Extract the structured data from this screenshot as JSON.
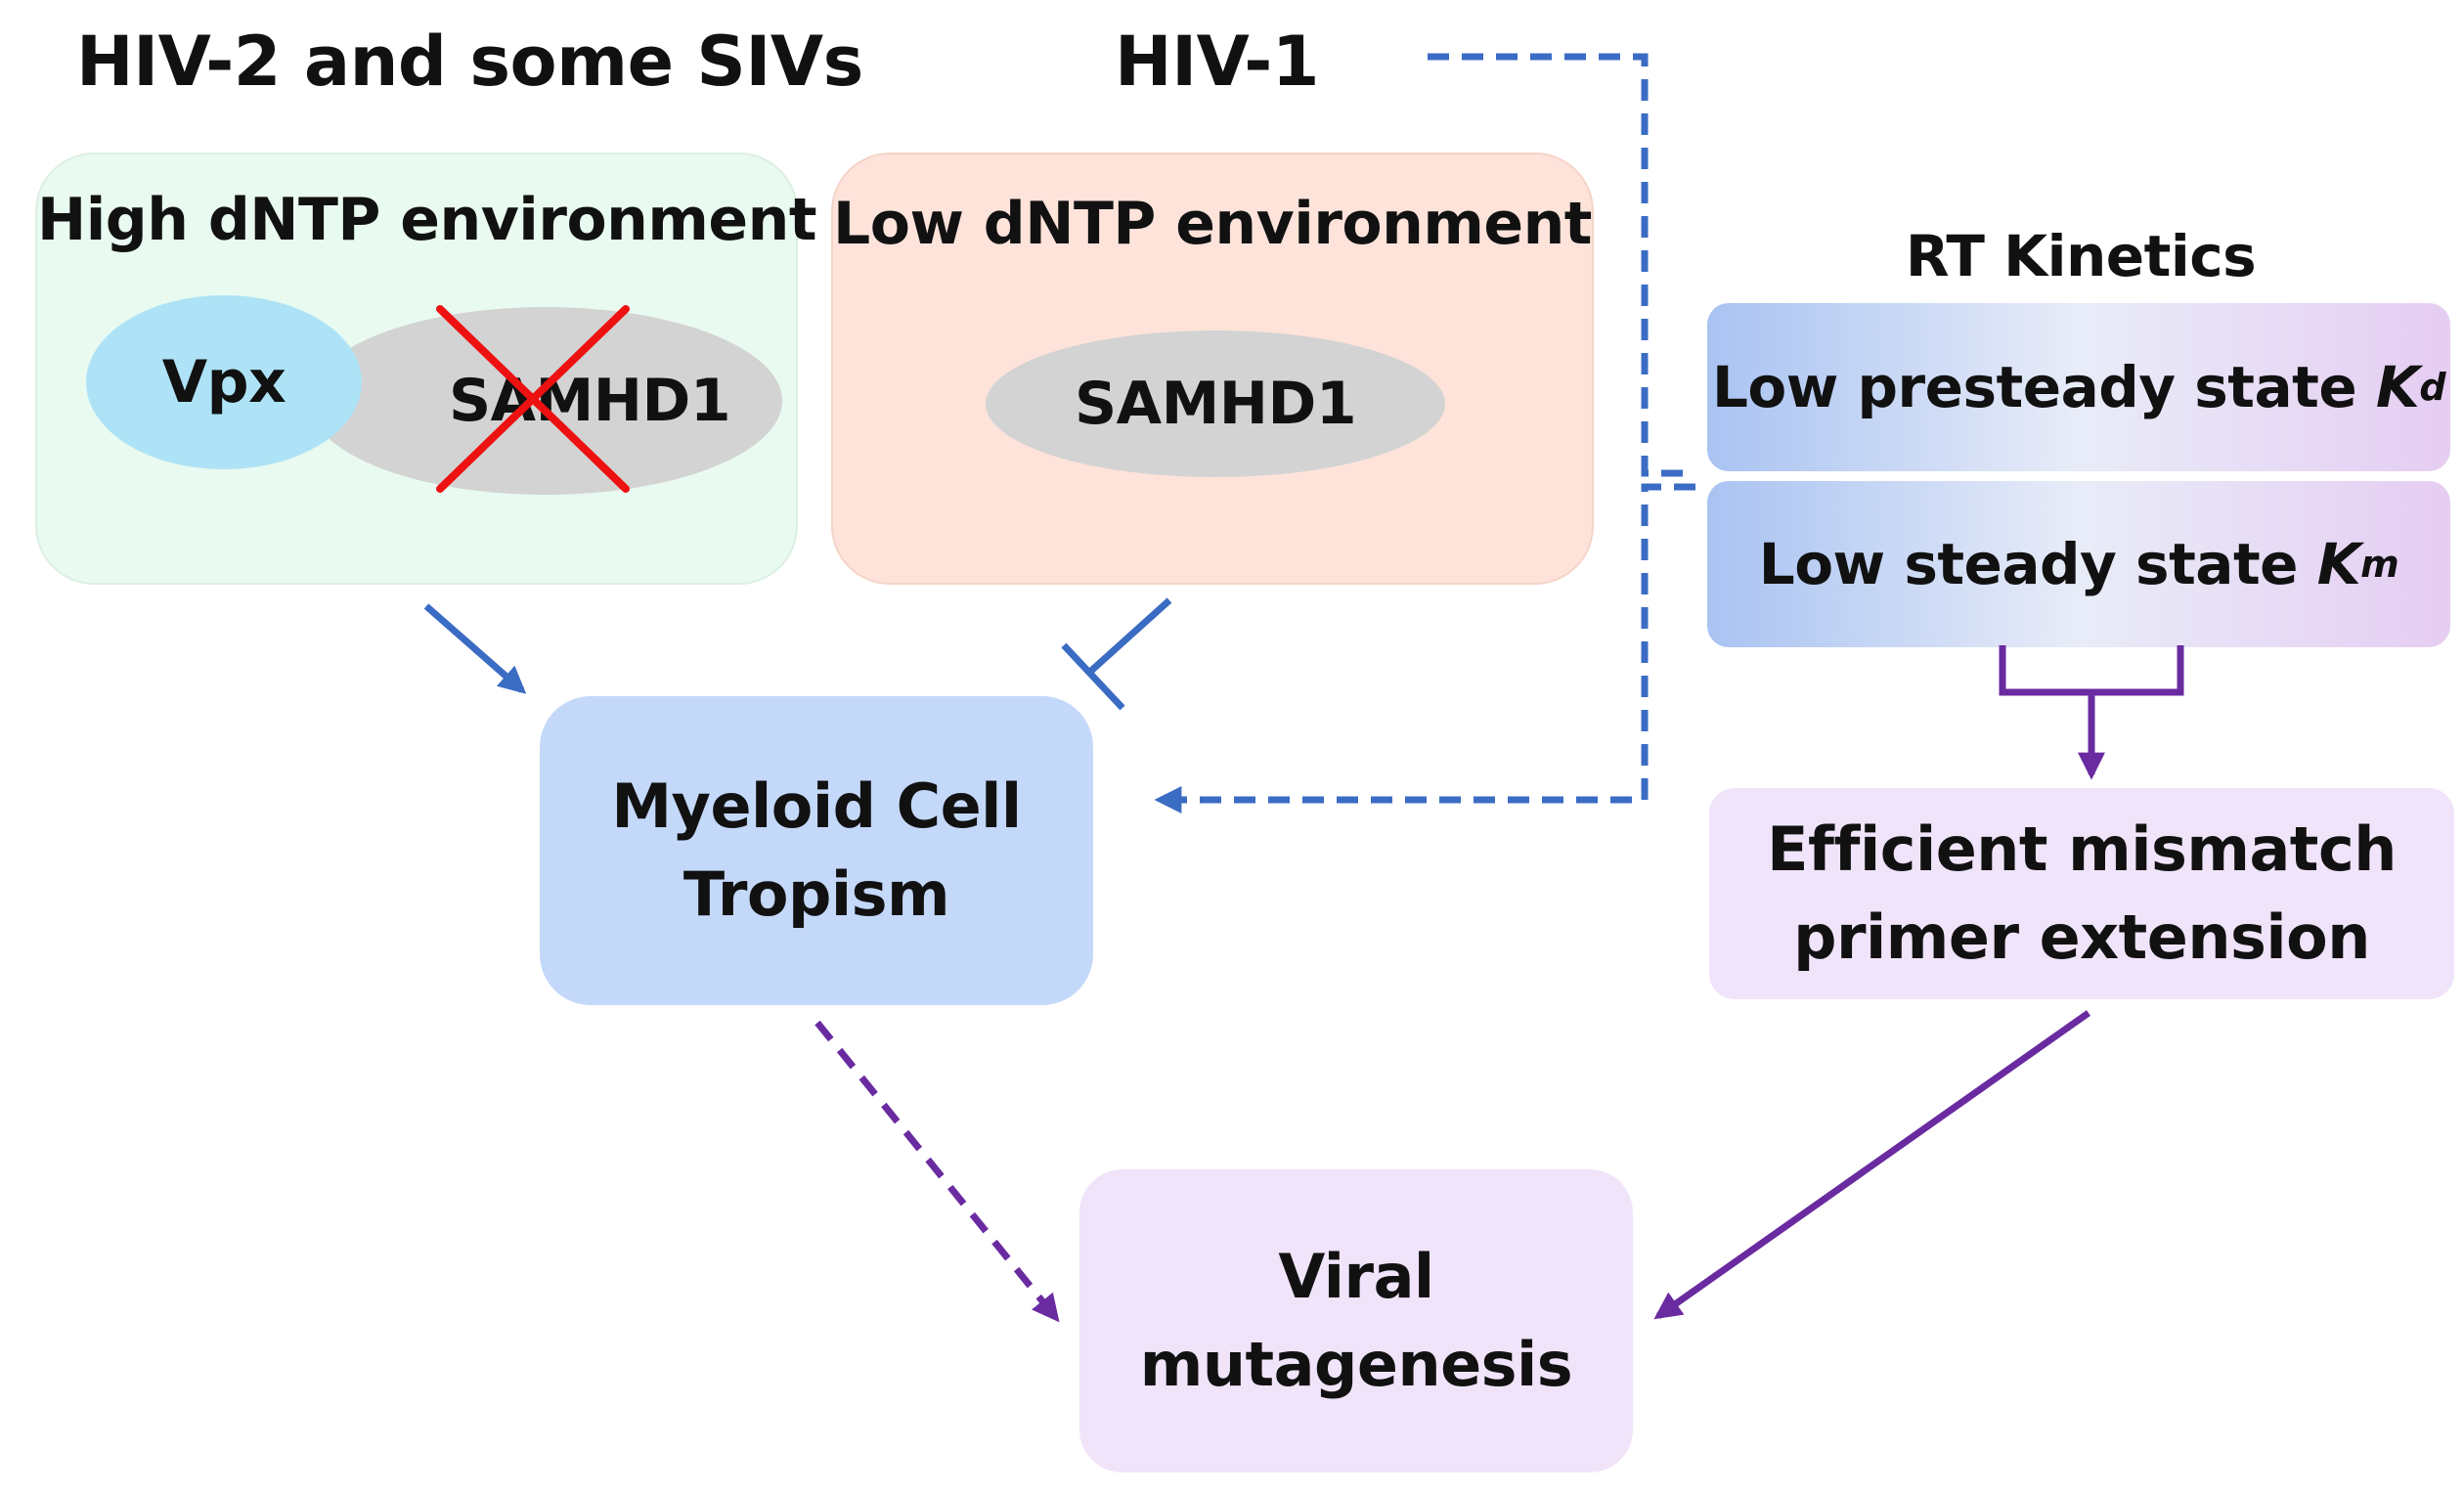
{
  "headings": {
    "left": "HIV-2 and some SIVs",
    "center": "HIV-1"
  },
  "left_panel": {
    "title": "High dNTP environment",
    "vpx": "Vpx",
    "samhd1": "SAMHD1"
  },
  "right_panel": {
    "title": "Low dNTP environment",
    "samhd1": "SAMHD1"
  },
  "rt": {
    "title": "RT Kinetics",
    "kd_label": "Low presteady state ",
    "kd_symbol": "K",
    "kd_sub": "d",
    "km_label": "Low steady state ",
    "km_symbol": "K",
    "km_sub": "m"
  },
  "myeloid": {
    "line1": "Myeloid Cell",
    "line2": "Tropism"
  },
  "mismatch": {
    "line1": "Efficient mismatch",
    "line2": "primer extension"
  },
  "viral": {
    "line1": "Viral",
    "line2": "mutagenesis"
  },
  "colors": {
    "blue_arrow": "#3b6cc4",
    "purple_arrow": "#6a2aa0",
    "red_cross": "#ee1111",
    "green_panel": "#e9faf0",
    "peach_panel": "#fde3da",
    "myeloid_box": "#c4d8fa",
    "lavender_box": "#f0e4fa",
    "vpx_ellipse": "#aee3f7",
    "samhd1_ellipse": "#d3d3d3"
  }
}
